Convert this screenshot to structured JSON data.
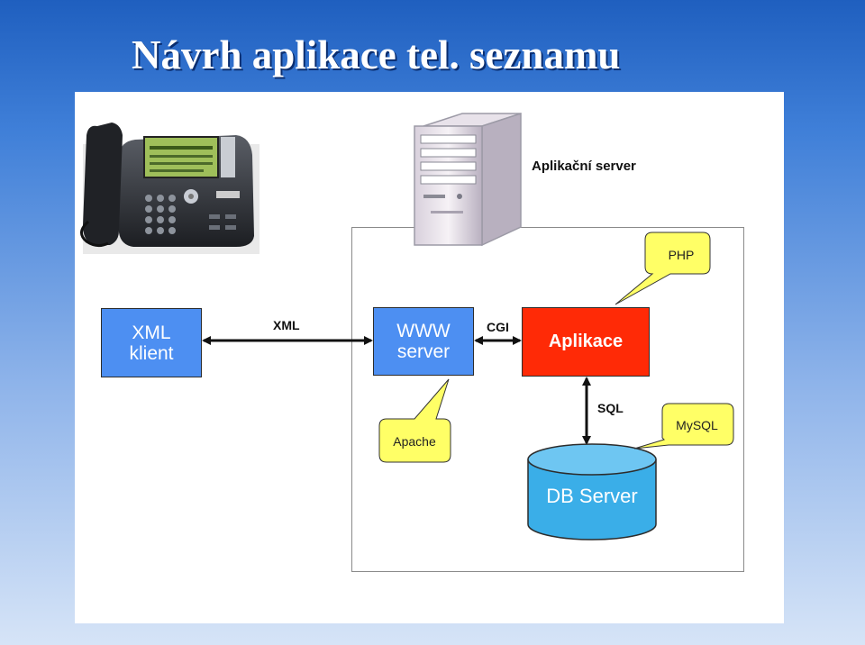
{
  "slide": {
    "title": "Návrh aplikace tel. seznamu"
  },
  "diagram": {
    "app_server_label": "Aplikační server",
    "xml_client": {
      "line1": "XML",
      "line2": "klient"
    },
    "www_server": {
      "line1": "WWW",
      "line2": "server"
    },
    "application": "Aplikace",
    "db_server": "DB Server",
    "edges": {
      "xml": "XML",
      "cgi": "CGI",
      "sql": "SQL"
    },
    "callouts": {
      "php": "PHP",
      "apache": "Apache",
      "mysql": "MySQL"
    },
    "colors": {
      "client_box": "#4d8ff2",
      "app_box": "#ff2a06",
      "db_cylinder": "#3aaee8",
      "callout": "#ffff66"
    }
  }
}
